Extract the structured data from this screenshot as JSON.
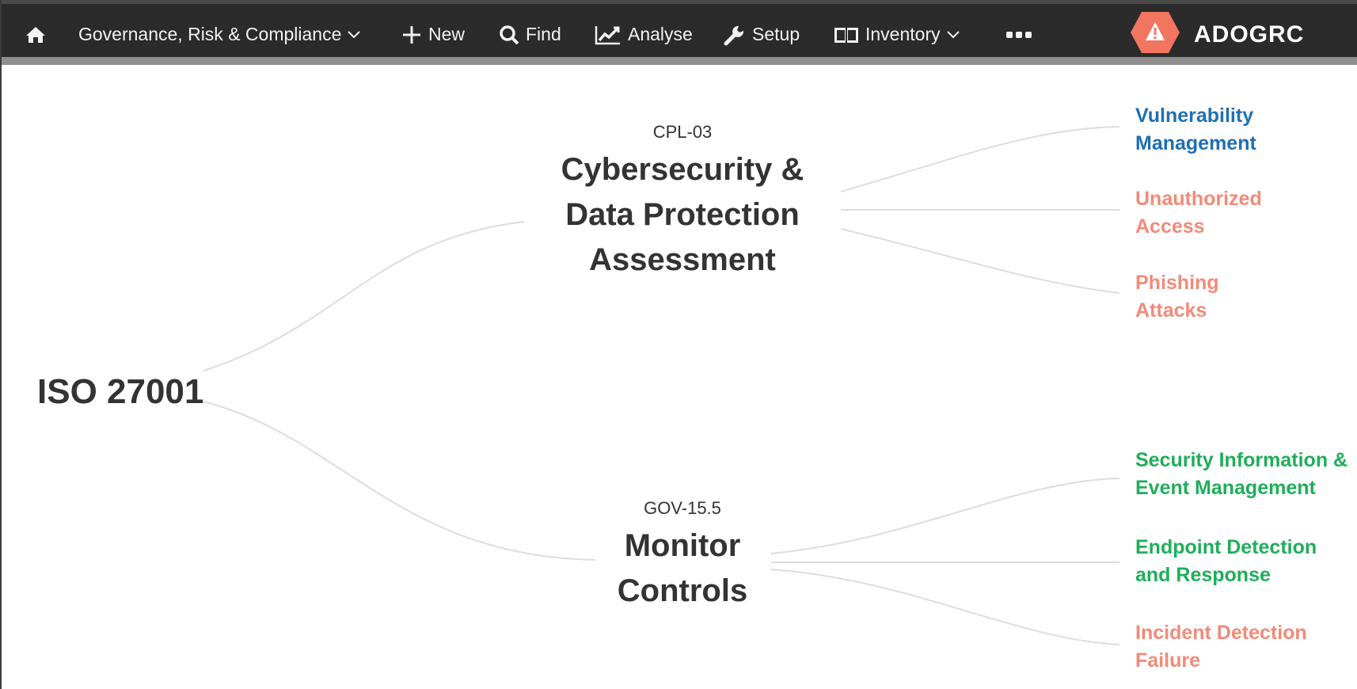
{
  "nav": {
    "home_icon": "home-icon",
    "grc_label": "Governance, Risk & Compliance",
    "new_label": "New",
    "find_label": "Find",
    "analyse_label": "Analyse",
    "setup_label": "Setup",
    "inventory_label": "Inventory",
    "more_icon": "more-dots-icon"
  },
  "brand": {
    "name": "ADOGRC",
    "logo_icon": "warning-hexagon-icon",
    "logo_color": "#f2755f"
  },
  "map": {
    "root": {
      "label": "ISO 27001"
    },
    "branches": [
      {
        "code": "CPL-03",
        "title_lines": [
          "Cybersecurity &",
          "Data Protection",
          "Assessment"
        ],
        "leaves": [
          {
            "lines": [
              "Vulnerability",
              "Management"
            ],
            "status": "blue"
          },
          {
            "lines": [
              "Unauthorized",
              "Access"
            ],
            "status": "red"
          },
          {
            "lines": [
              "Phishing",
              "Attacks"
            ],
            "status": "red"
          }
        ]
      },
      {
        "code": "GOV-15.5",
        "title_lines": [
          "Monitor",
          "Controls"
        ],
        "leaves": [
          {
            "lines": [
              "Security Information &",
              "Event Management"
            ],
            "status": "green"
          },
          {
            "lines": [
              "Endpoint Detection",
              "and Response"
            ],
            "status": "green"
          },
          {
            "lines": [
              "Incident Detection",
              "Failure"
            ],
            "status": "red"
          }
        ]
      }
    ]
  },
  "colors": {
    "blue": "#1f6fb4",
    "red": "#f28a78",
    "green": "#1fae5a",
    "link": "#dddddd",
    "nav_bg": "#2b2b2b"
  }
}
